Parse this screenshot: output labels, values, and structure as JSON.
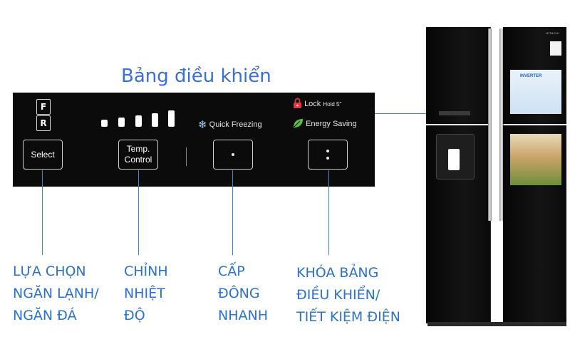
{
  "panel": {
    "title": "Bảng điều khiển",
    "freezer_indicator": "F",
    "fridge_indicator": "R",
    "select_label": "Select",
    "temp_label_line1": "Temp.",
    "temp_label_line2": "Control",
    "quick_freezing_label": "Quick Freezing",
    "lock_label": "Lock",
    "lock_hold_label": "Hold 5\"",
    "energy_saving_label": "Energy Saving",
    "temperature_level_segments": 5
  },
  "callouts": [
    {
      "lines": [
        "LỰA CHỌN",
        "NGĂN LẠNH/",
        "NGĂN ĐÁ"
      ]
    },
    {
      "lines": [
        "CHỈNH",
        "NHIỆT",
        "ĐỘ"
      ]
    },
    {
      "lines": [
        "CẤP",
        "ĐÔNG",
        "NHANH"
      ]
    },
    {
      "lines": [
        "KHÓA BẢNG",
        "ĐIỀU KHIỂN/",
        "TIẾT KIỆM ĐIỆN"
      ]
    }
  ],
  "fridge": {
    "brand": "HITACHI",
    "inverter_badge": "INVERTER"
  },
  "colors": {
    "accent_blue": "#3a86d6",
    "title_blue": "#3b6fd0",
    "panel_black": "#0b0b0b",
    "lock_red": "#e8343a",
    "energy_green": "#5fbf3a",
    "snow_blue": "#9fd0ff"
  },
  "icons": [
    "lock-icon",
    "leaf-icon",
    "snowflake-icon"
  ]
}
